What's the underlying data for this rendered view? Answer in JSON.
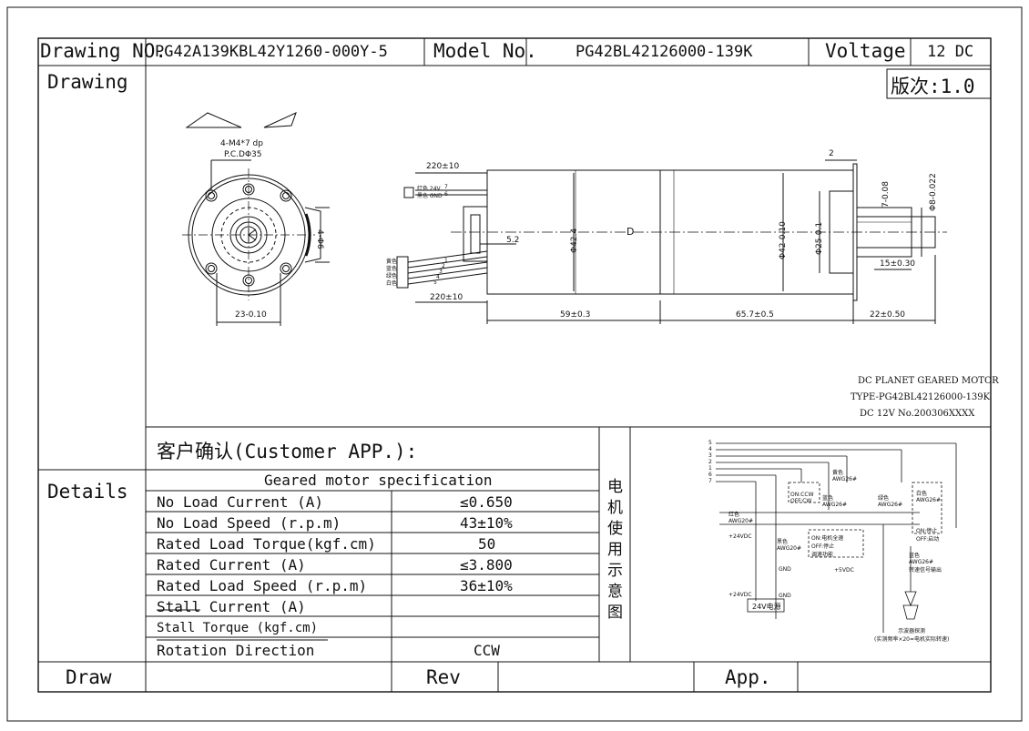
{
  "header": {
    "drawing_no_label": "Drawing NO.",
    "drawing_no_value": "PG42A139KBL42Y1260-000Y-5",
    "model_no_label": "Model No.",
    "model_no_value": "PG42BL42126000-139K",
    "voltage_label": "Voltage",
    "voltage_value": "12 DC"
  },
  "drawing": {
    "section_label": "Drawing",
    "version": "版次:1.0",
    "front_view": {
      "holes_note": "4-M4*7 dp",
      "pcd_note": "P.C.DΦ35",
      "side_dim": "4-Φ6",
      "width_dim": "23-0.10"
    },
    "side_view": {
      "lead1": "220±10",
      "lead2": "220±10",
      "wire_labels_top": [
        "红色 24V",
        "黑色 GND"
      ],
      "wire_labels_bottom": [
        "黄色",
        "蓝色",
        "绿色",
        "白色"
      ],
      "pin_nums_top": [
        "7",
        "6"
      ],
      "pin_nums_bottom": [
        "1",
        "2",
        "3",
        "4",
        "5"
      ],
      "dims": {
        "d424": "Φ42.4",
        "d42": "Φ42-0.10",
        "d25": "Φ25-0.1",
        "d8": "Φ8-0.022",
        "d7": "7-0.08",
        "flat2": "2",
        "len15": "15±0.30",
        "len52": "5.2",
        "len59": "59±0.3",
        "len657": "65.7±0.5",
        "len22": "22±0.50",
        "d_mark": "D"
      }
    },
    "nameplate": {
      "line1": "DC PLANET GEARED MOTOR",
      "line2": "TYPE-PG42BL42126000-139K",
      "line3": "DC 12V    No.200306XXXX"
    }
  },
  "details": {
    "section_label": "Details",
    "customer_app": "客户确认(Customer APP.):",
    "spec_title": "Geared motor specification",
    "rows": [
      {
        "name": "No Load Current   (A)",
        "value": "≤0.650"
      },
      {
        "name": "No Load Speed     (r.p.m)",
        "value": "43±10%"
      },
      {
        "name": "Rated Load Torque(kgf.cm)",
        "value": "50"
      },
      {
        "name": "Rated Current     (A)",
        "value": "≤3.800"
      },
      {
        "name": "Rated Load Speed (r.p.m)",
        "value": "36±10%"
      },
      {
        "name": "Stall Current     (A)",
        "value": ""
      },
      {
        "name": "Stall Torque      (kgf.cm)",
        "value": ""
      },
      {
        "name": "Rotation Direction",
        "value": "CCW"
      }
    ],
    "schematic_label": [
      "电",
      "机",
      "使",
      "用",
      "示",
      "意",
      "图"
    ],
    "schematic": {
      "wire_nums": [
        "5",
        "4",
        "3",
        "2",
        "1",
        "6",
        "7"
      ],
      "red": "红色\nAWG20#",
      "plus24_1": "+24VDC",
      "plus24_2": "+24VDC",
      "black": "黑色\nAWG20#",
      "gnd1": "GND",
      "gnd2": "GND",
      "psu": "24V电源",
      "ccw": "ON:CCW\nOFF:CW",
      "yellow": "黄色\nAWG26#",
      "blue": "蓝色\nAWG26#",
      "green": "绿色\nAWG26#",
      "white": "白色\nAWG26#",
      "fullspeed": "ON:电机全速\nOFF:停止\n调速功能",
      "plus5": "+5VDC",
      "stop": "ON:停止\nOFF:启动",
      "blue2": "蓝色\nAWG26#\n转速信号输出",
      "probe": "示波器探测\n(实测频率×20=电机实际转速)"
    }
  },
  "footer": {
    "draw": "Draw",
    "rev": "Rev",
    "app": "App."
  }
}
